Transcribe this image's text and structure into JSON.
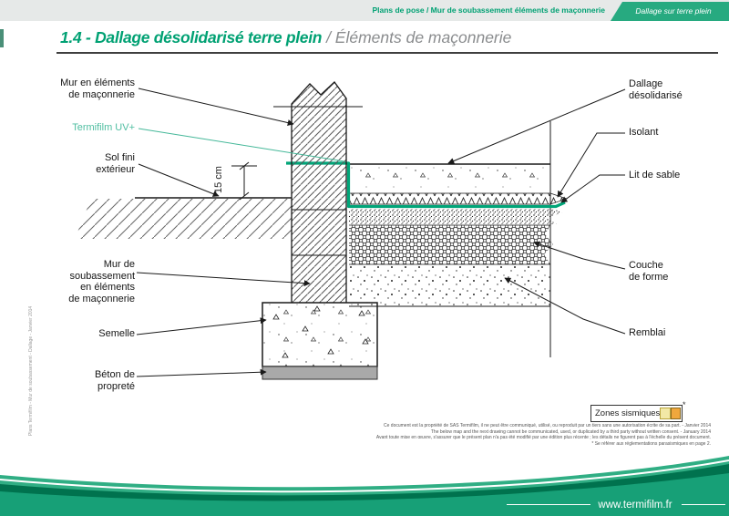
{
  "header": {
    "breadcrumb": "Plans de pose / Mur de soubassement éléments de maçonnerie",
    "tab_label": "Dallage sur terre plein"
  },
  "title": {
    "primary": "1.4 - Dallage désolidarisé terre plein",
    "separator": " / ",
    "secondary": "Éléments de maçonnerie"
  },
  "diagram": {
    "dimension_label": "15 cm",
    "labels_left": [
      {
        "id": "mur-elements",
        "text": "Mur en éléments\nde maçonnerie"
      },
      {
        "id": "termifilm",
        "text": "Termifilm UV+"
      },
      {
        "id": "sol-fini",
        "text": "Sol fini\nextérieur"
      },
      {
        "id": "mur-soubassement",
        "text": "Mur de\nsoubassement\nen éléments\nde maçonnerie"
      },
      {
        "id": "semelle",
        "text": "Semelle"
      },
      {
        "id": "beton-proprete",
        "text": "Béton de\npropreté"
      }
    ],
    "labels_right": [
      {
        "id": "dallage",
        "text": "Dallage\ndésolidarisé"
      },
      {
        "id": "isolant",
        "text": "Isolant"
      },
      {
        "id": "lit-de-sable",
        "text": "Lit de sable"
      },
      {
        "id": "couche-de-forme",
        "text": "Couche\nde forme"
      },
      {
        "id": "remblai",
        "text": "Remblai"
      }
    ]
  },
  "seismic": {
    "label": "Zones sismiques",
    "marker": "*",
    "zone_colors": [
      "#F2E8A6",
      "#F0A73C"
    ]
  },
  "legal": {
    "line1": "Ce document est la propriété de SAS Termifilm, il ne peut être communiqué, utilisé, ou reproduit par un tiers sans une autorisation écrite de sa part. - Janvier 2014",
    "line2": "The below map and the next drawing cannot be communicated, used, or duplicated by a third party without written consent. - January 2014",
    "line3": "Avant toute mise en œuvre, s'assurer que le présent plan n'a pas été modifié par une édition plus récente ; les détails ne figurent pas à l'échelle du présent document.",
    "line4": "* Se référer aux réglementations parasismiques en page 2."
  },
  "side_text": "Plans Termifilm - Mur de soubassement - Dallage - Janvier 2014",
  "footer": {
    "url": "www.termifilm.fr"
  },
  "colors": {
    "brand_green": "#00A173",
    "tab_green": "#27AA80",
    "film_green": "#00A578",
    "label_teal": "#4FBEA1",
    "footer_green": "#17A077"
  }
}
